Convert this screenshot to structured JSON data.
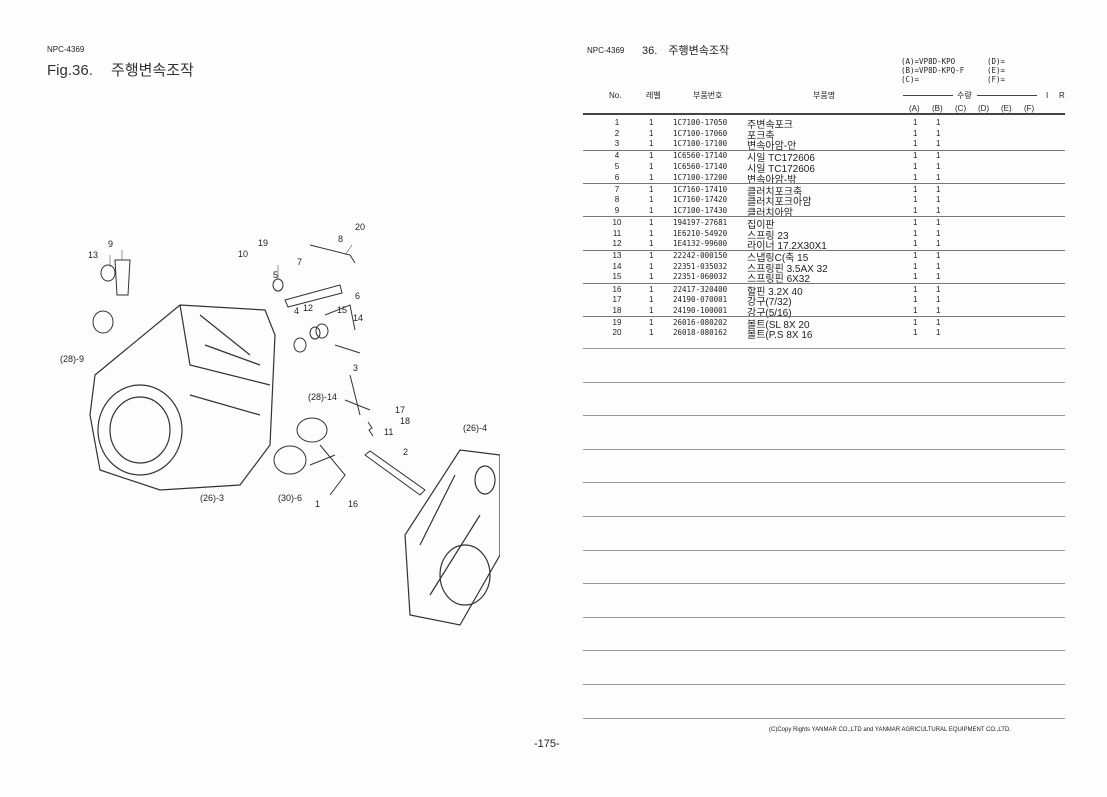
{
  "left": {
    "doc_code": "NPC-4369",
    "fig_title": "Fig.36.",
    "fig_name": "주행변속조작",
    "callouts": [
      "13",
      "9",
      "10",
      "19",
      "5",
      "7",
      "8",
      "20",
      "6",
      "4",
      "12",
      "15",
      "14",
      "(28)-9",
      "3",
      "(28)-14",
      "17",
      "18",
      "11",
      "(26)-4",
      "2",
      "(26)-3",
      "(30)-6",
      "1",
      "16"
    ]
  },
  "right": {
    "doc_code": "NPC-4369",
    "section": "36.",
    "section_name": "주행변속조작",
    "models": {
      "A": "(A)=VP8D-KPO",
      "B": "(B)=VP8D-KPQ-F",
      "C": "(C)=",
      "D": "(D)=",
      "E": "(E)=",
      "F": "(F)="
    },
    "headers": {
      "no": "No.",
      "level": "레벨",
      "part_no": "부품번호",
      "part_name": "부품명",
      "qty": "수량",
      "i": "I",
      "r": "R",
      "qa": "(A)",
      "qb": "(B)",
      "qc": "(C)",
      "qd": "(D)",
      "qe": "(E)",
      "qf": "(F)"
    },
    "rows": [
      {
        "no": "1",
        "level": "1",
        "part_no": "1C7100-17050",
        "name": "주변속포크",
        "a": "1",
        "b": "1"
      },
      {
        "no": "2",
        "level": "1",
        "part_no": "1C7100-17060",
        "name": "포크축",
        "a": "1",
        "b": "1"
      },
      {
        "no": "3",
        "level": "1",
        "part_no": "1C7100-17100",
        "name": "변속아암-안",
        "a": "1",
        "b": "1"
      },
      {
        "no": "4",
        "level": "1",
        "part_no": "1C6560-17140",
        "name": "시일 TC172606",
        "a": "1",
        "b": "1"
      },
      {
        "no": "5",
        "level": "1",
        "part_no": "1C6560-17140",
        "name": "시일 TC172606",
        "a": "1",
        "b": "1"
      },
      {
        "no": "6",
        "level": "1",
        "part_no": "1C7100-17200",
        "name": "변속아암-밖",
        "a": "1",
        "b": "1"
      },
      {
        "no": "7",
        "level": "1",
        "part_no": "1C7160-17410",
        "name": "클러치포크축",
        "a": "1",
        "b": "1"
      },
      {
        "no": "8",
        "level": "1",
        "part_no": "1C7160-17420",
        "name": "클러치포크아암",
        "a": "1",
        "b": "1"
      },
      {
        "no": "9",
        "level": "1",
        "part_no": "1C7100-17430",
        "name": "클러치아암",
        "a": "1",
        "b": "1"
      },
      {
        "no": "10",
        "level": "1",
        "part_no": "194197-27681",
        "name": "집이판",
        "a": "1",
        "b": "1"
      },
      {
        "no": "11",
        "level": "1",
        "part_no": "1E6210-54920",
        "name": "스프링 23",
        "a": "1",
        "b": "1"
      },
      {
        "no": "12",
        "level": "1",
        "part_no": "1E4132-99600",
        "name": "라이너 17.2X30X1",
        "a": "1",
        "b": "1"
      },
      {
        "no": "13",
        "level": "1",
        "part_no": "22242-000150",
        "name": "스냅링C(축 15",
        "a": "1",
        "b": "1"
      },
      {
        "no": "14",
        "level": "1",
        "part_no": "22351-035032",
        "name": "스프링핀 3.5AX 32",
        "a": "1",
        "b": "1"
      },
      {
        "no": "15",
        "level": "1",
        "part_no": "22351-060032",
        "name": "스프링핀 6X32",
        "a": "1",
        "b": "1"
      },
      {
        "no": "16",
        "level": "1",
        "part_no": "22417-320400",
        "name": "할핀 3.2X 40",
        "a": "1",
        "b": "1"
      },
      {
        "no": "17",
        "level": "1",
        "part_no": "24190-070001",
        "name": "강구(7/32)",
        "a": "1",
        "b": "1"
      },
      {
        "no": "18",
        "level": "1",
        "part_no": "24190-100001",
        "name": "강구(5/16)",
        "a": "1",
        "b": "1"
      },
      {
        "no": "19",
        "level": "1",
        "part_no": "26016-080202",
        "name": "볼트(SL 8X 20",
        "a": "1",
        "b": "1"
      },
      {
        "no": "20",
        "level": "1",
        "part_no": "26018-080162",
        "name": "볼트(P.S 8X 16",
        "a": "1",
        "b": "1"
      }
    ],
    "copyright": "(C)Copy Rights  YANMAR CO.,LTD and YANMAR AGRICULTURAL EQUIPMENT CO.,LTD."
  },
  "page_number": "-175-"
}
